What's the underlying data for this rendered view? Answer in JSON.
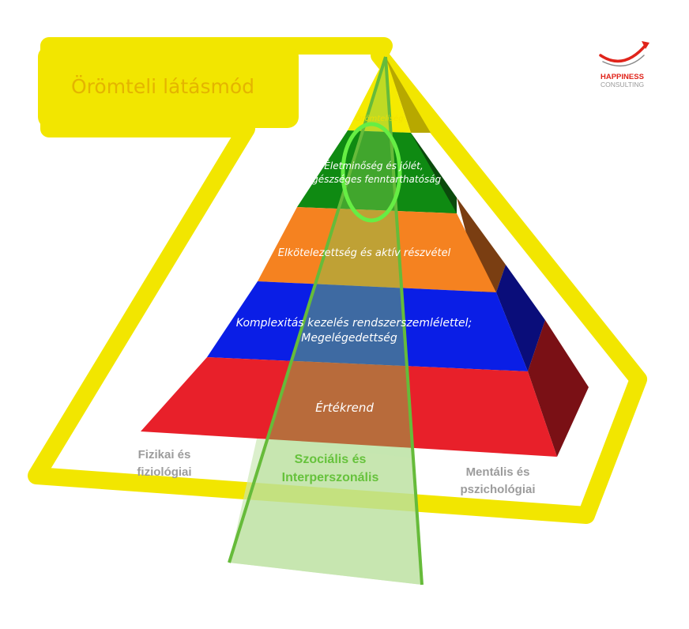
{
  "title": "Örömteli látásmód",
  "logo": {
    "line1": "HAPPINESS",
    "line2": "CONSULTING",
    "color": "#e0241b"
  },
  "pyramid": {
    "levels": [
      {
        "id": "oromteliseg",
        "lines": [
          "Örömteliség"
        ],
        "color": "#f5ea00"
      },
      {
        "id": "eletminoseg",
        "lines": [
          "Életminőség és jólét,",
          "egészséges fenntarthatóság"
        ],
        "color": "#0f8a12"
      },
      {
        "id": "elkotelezettseg",
        "lines": [
          "Elkötelezettség és aktív részvétel"
        ],
        "color": "#f58220"
      },
      {
        "id": "komplexitas",
        "lines": [
          "Komplexitás kezelés rendszerszemlélettel;",
          "Megelégedettség"
        ],
        "color": "#0a1ee6"
      },
      {
        "id": "ertekrend",
        "lines": [
          "Értékrend"
        ],
        "color": "#e8202a"
      }
    ]
  },
  "dimensions": {
    "left": [
      "Fizikai és",
      "fiziológiai"
    ],
    "center": [
      "Szociális és",
      "Interperszonális"
    ],
    "right": [
      "Mentális és",
      "pszichológiai"
    ]
  },
  "colors": {
    "frame": "#f2e600",
    "beam": "#7ec850",
    "beam_outline": "#66bb3a",
    "highlight_circle": "#66ee44"
  }
}
